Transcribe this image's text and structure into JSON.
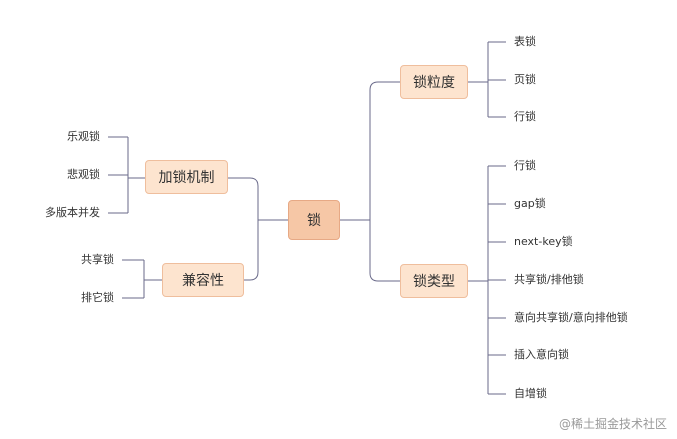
{
  "root": "锁",
  "right_branches": [
    {
      "label": "锁粒度",
      "children": [
        "表锁",
        "页锁",
        "行锁"
      ]
    },
    {
      "label": "锁类型",
      "children": [
        "行锁",
        "gap锁",
        "next-key锁",
        "共享锁/排他锁",
        "意向共享锁/意向排他锁",
        "插入意向锁",
        "自增锁"
      ]
    }
  ],
  "left_branches": [
    {
      "label": "加锁机制",
      "children": [
        "乐观锁",
        "悲观锁",
        "多版本并发"
      ]
    },
    {
      "label": "兼容性",
      "children": [
        "共享锁",
        "排它锁"
      ]
    }
  ],
  "watermark": "@稀土掘金技术社区",
  "colors": {
    "connector": "#6a6a8a",
    "center_fill": "#f6c7a6",
    "branch_fill": "#fde4cf"
  }
}
